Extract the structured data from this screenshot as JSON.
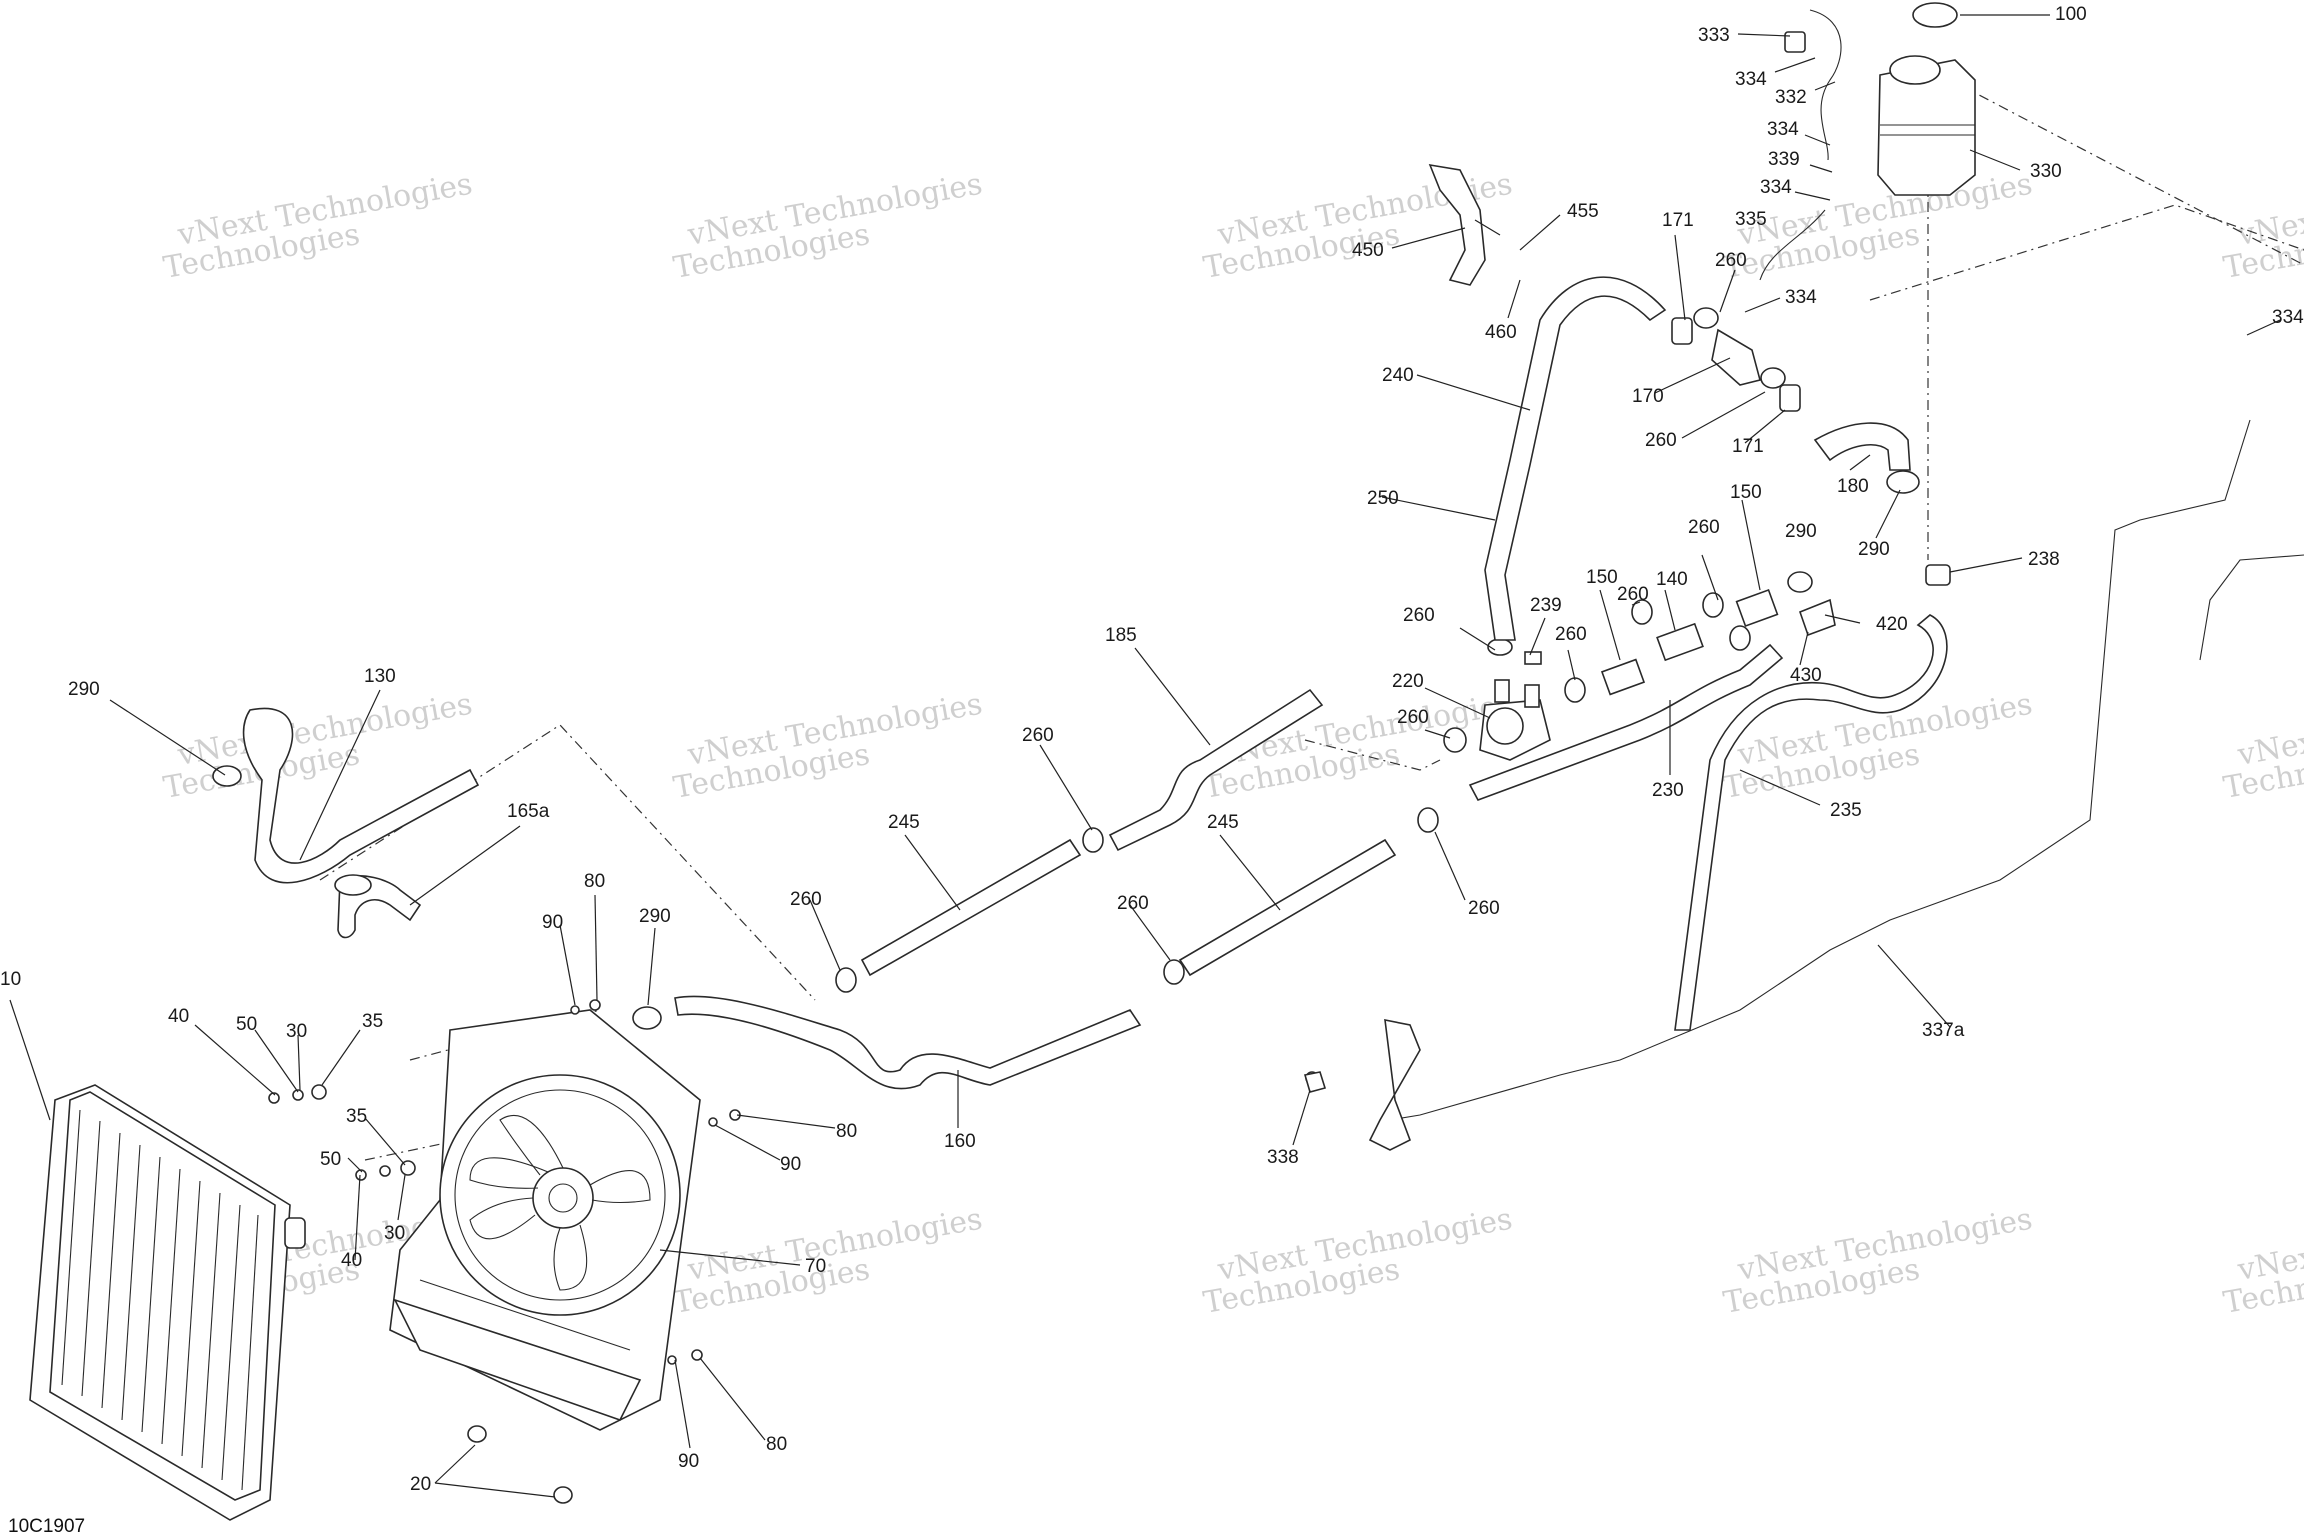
{
  "diagram_code": "10C1907",
  "watermark": {
    "line1": "vNext Technologies",
    "line2": "Technologies"
  },
  "callouts": [
    {
      "text": "333"
    },
    {
      "text": "100"
    },
    {
      "text": "334"
    },
    {
      "text": "332"
    },
    {
      "text": "334"
    },
    {
      "text": "330"
    },
    {
      "text": "339"
    },
    {
      "text": "334"
    },
    {
      "text": "455"
    },
    {
      "text": "335"
    },
    {
      "text": "171"
    },
    {
      "text": "450"
    },
    {
      "text": "260"
    },
    {
      "text": "334"
    },
    {
      "text": "460"
    },
    {
      "text": "240"
    },
    {
      "text": "170"
    },
    {
      "text": "260"
    },
    {
      "text": "171"
    },
    {
      "text": "180"
    },
    {
      "text": "250"
    },
    {
      "text": "290"
    },
    {
      "text": "150"
    },
    {
      "text": "260"
    },
    {
      "text": "290"
    },
    {
      "text": "238"
    },
    {
      "text": "150"
    },
    {
      "text": "260"
    },
    {
      "text": "140"
    },
    {
      "text": "239"
    },
    {
      "text": "420"
    },
    {
      "text": "260"
    },
    {
      "text": "260"
    },
    {
      "text": "430"
    },
    {
      "text": "220"
    },
    {
      "text": "185"
    },
    {
      "text": "260"
    },
    {
      "text": "230"
    },
    {
      "text": "235"
    },
    {
      "text": "260"
    },
    {
      "text": "130"
    },
    {
      "text": "290"
    },
    {
      "text": "165a"
    },
    {
      "text": "245"
    },
    {
      "text": "245"
    },
    {
      "text": "260"
    },
    {
      "text": "260"
    },
    {
      "text": "260"
    },
    {
      "text": "80"
    },
    {
      "text": "90"
    },
    {
      "text": "290"
    },
    {
      "text": "10"
    },
    {
      "text": "40"
    },
    {
      "text": "50"
    },
    {
      "text": "30"
    },
    {
      "text": "35"
    },
    {
      "text": "337a"
    },
    {
      "text": "80"
    },
    {
      "text": "160"
    },
    {
      "text": "35"
    },
    {
      "text": "338"
    },
    {
      "text": "90"
    },
    {
      "text": "50"
    },
    {
      "text": "30"
    },
    {
      "text": "40"
    },
    {
      "text": "70"
    },
    {
      "text": "90"
    },
    {
      "text": "80"
    },
    {
      "text": "20"
    },
    {
      "text": "334"
    }
  ]
}
